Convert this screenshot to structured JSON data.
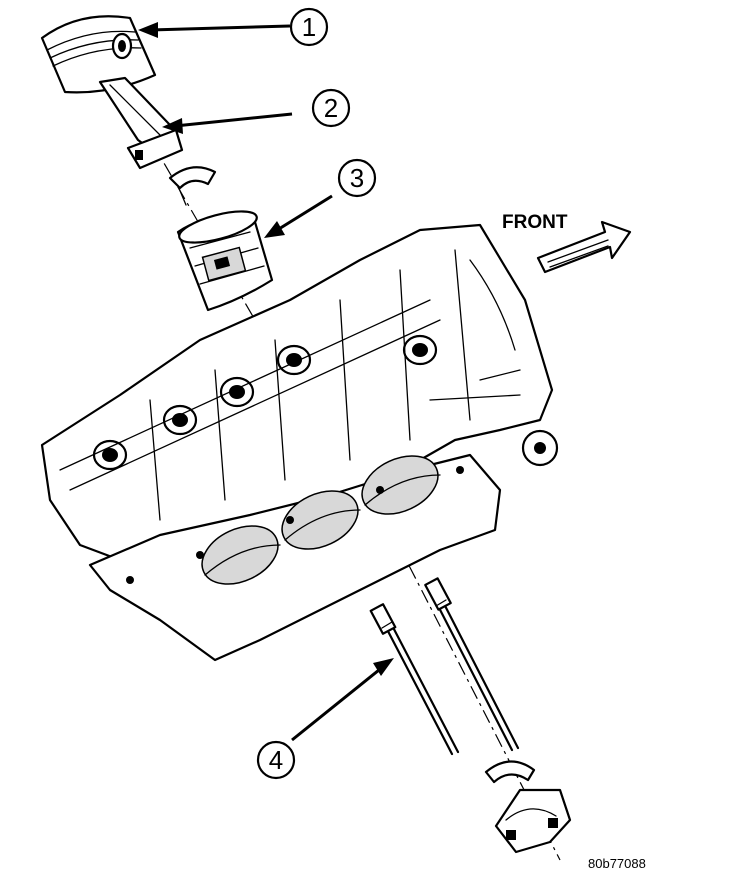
{
  "callouts": [
    {
      "number": "1"
    },
    {
      "number": "2"
    },
    {
      "number": "3"
    },
    {
      "number": "4"
    }
  ],
  "direction_label": "FRONT",
  "figure_id": "80b77088"
}
